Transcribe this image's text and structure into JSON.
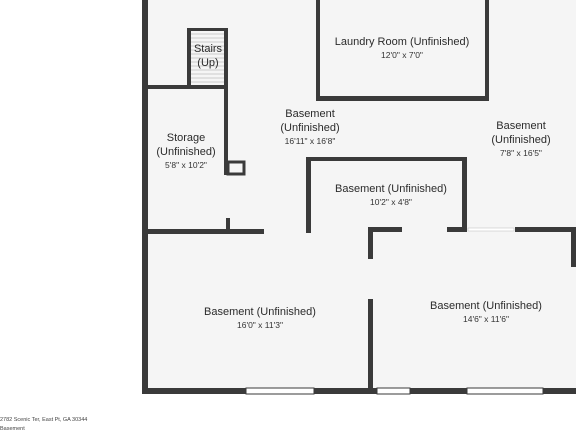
{
  "colors": {
    "wall": "#3a3a3a",
    "floor": "#f5f5f5",
    "window": "#ffffff"
  },
  "rooms": {
    "stairs": {
      "line1": "Stairs",
      "line2": "(Up)"
    },
    "laundry": {
      "name": "Laundry Room (Unfinished)",
      "dim": "12'0\" x 7'0\""
    },
    "basement_main": {
      "line1": "Basement",
      "line2": "(Unfinished)",
      "dim": "16'11\" x 16'8\""
    },
    "basement_right": {
      "line1": "Basement",
      "line2": "(Unfinished)",
      "dim": "7'8\" x 16'5\""
    },
    "storage": {
      "line1": "Storage",
      "line2": "(Unfinished)",
      "dim": "5'8\" x 10'2\""
    },
    "basement_center": {
      "name": "Basement (Unfinished)",
      "dim": "10'2\" x 4'8\""
    },
    "basement_lower_left": {
      "name": "Basement (Unfinished)",
      "dim": "16'0\" x 11'3\""
    },
    "basement_lower_right": {
      "name": "Basement (Unfinished)",
      "dim": "14'6\" x 11'6\""
    }
  },
  "footer": {
    "address": "2782 Scenic Ter, East Pt, GA 30344",
    "level": "Basement"
  }
}
